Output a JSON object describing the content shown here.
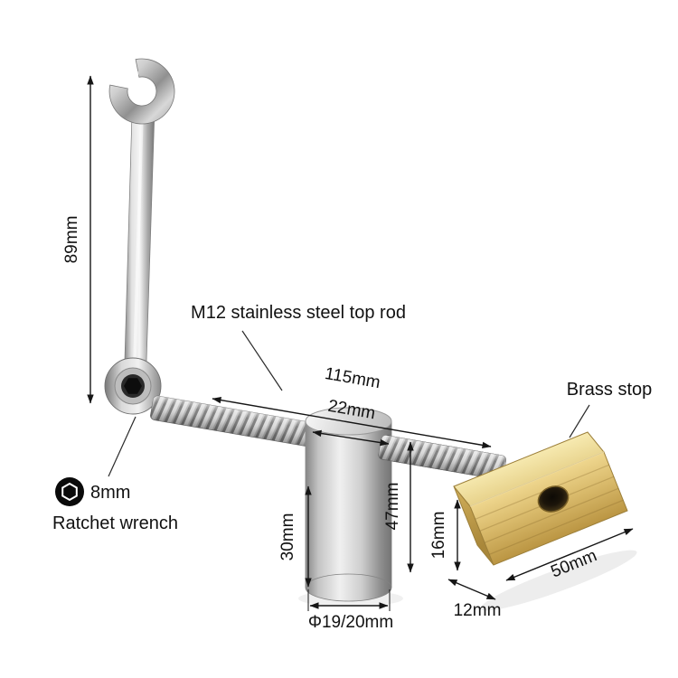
{
  "page": {
    "background": "#ffffff"
  },
  "labels": {
    "rod": "M12 stainless steel top rod",
    "brass_stop": "Brass stop",
    "hex_size": "8mm",
    "wrench": "Ratchet wrench"
  },
  "dimensions": {
    "wrench_length": "89mm",
    "rod_length": "115mm",
    "collar_width": "22mm",
    "post_height": "47mm",
    "post_lower_height": "30mm",
    "post_diameter": "Φ19/20mm",
    "stop_thickness": "16mm",
    "stop_length": "50mm",
    "stop_depth": "12mm"
  },
  "colors": {
    "steel": "#c9c9c9",
    "brass": "#d8bc70",
    "annotation": "#111111"
  }
}
